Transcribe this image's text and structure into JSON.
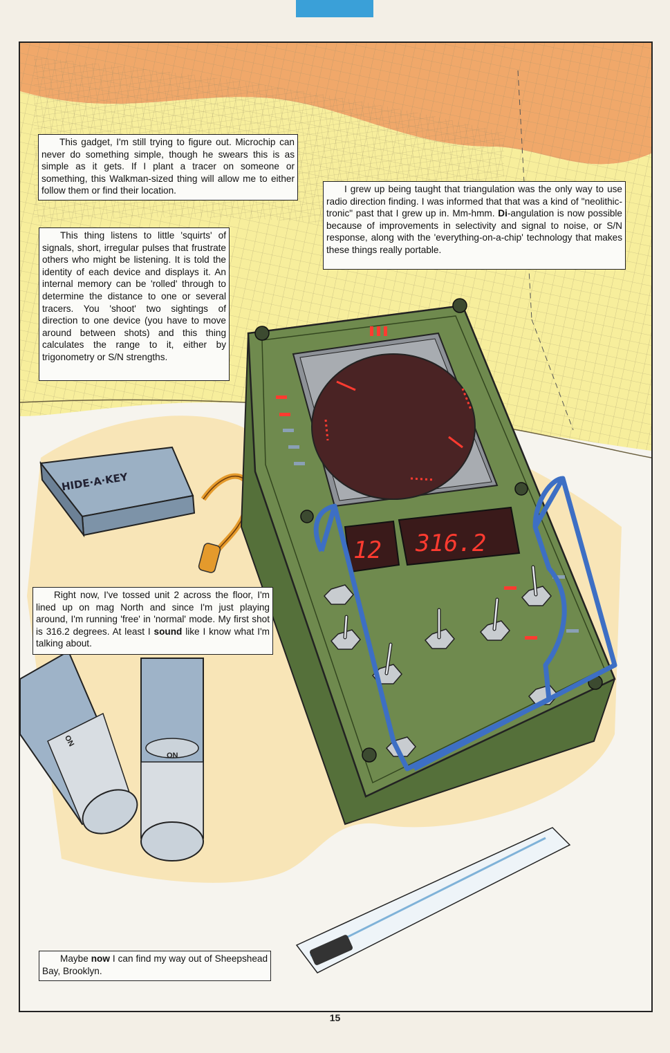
{
  "captions": {
    "gadget": {
      "text": "This gadget, I'm still trying to figure out. Microchip can never do something simple, though he swears this is as simple as it gets. If I plant a tracer on someone or something, this Walkman-sized thing will allow me to either follow them or find their location."
    },
    "triangulation": {
      "part1": "I grew up being taught that triangulation was the only way to use radio direction finding. I was informed that that was a kind of \"neolithic-tronic\" past that I grew up in. Mm-hmm. ",
      "bold": "Di",
      "part2": "-angulation is now possible because of improvements in selectivity and signal to noise, or S/N response, along with the 'everything-on-a-chip' technology that makes these things really portable."
    },
    "squirts": {
      "text": "This thing listens to little 'squirts' of signals, short, irregular pulses that frustrate others who might be listening. It is told the identity of each device and displays it. An internal memory can be 'rolled' through to determine the distance to one or several tracers. You 'shoot' two sightings of direction to one device (you have to move around between shots) and this thing calculates the range to it, either by trigonometry or S/N strengths."
    },
    "right_now": {
      "part1": "Right now, I've tossed unit 2 across the floor, I'm lined up on mag North and since I'm just playing around, I'm running 'free' in 'normal' mode. My first shot is 316.2 degrees. At least I ",
      "bold": "sound",
      "part2": " like I know what I'm talking about."
    },
    "maybe_now": {
      "part1": "Maybe ",
      "bold": "now",
      "part2": " I can find my way out of Sheepshead Bay, Brooklyn."
    }
  },
  "device": {
    "display_left": "12",
    "display_right": "316.2"
  },
  "objects": {
    "hide_a_key_label": "HIDE·A·KEY",
    "tracer_left_label": "ON",
    "tracer_right_label": "ON"
  },
  "page_number": "15",
  "colors": {
    "map_orange": "#f0a86a",
    "map_yellow": "#f7ee9c",
    "device_green": "#6f8a4e",
    "antenna_blue": "#3d6fc4",
    "led_red": "#ff3b30",
    "tab_blue": "#3aa0d8"
  }
}
